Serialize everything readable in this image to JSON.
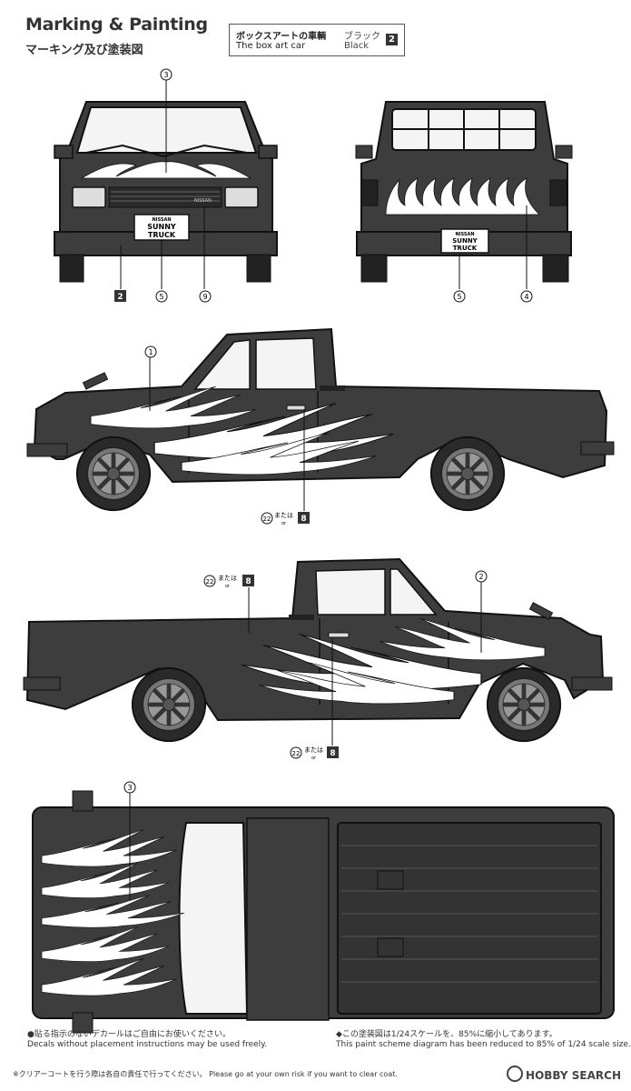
{
  "header": {
    "title_en": "Marking & Painting",
    "title_jp": "マーキング及び塗装図"
  },
  "box_art": {
    "label_jp": "ボックスアートの車輌",
    "label_en": "The box art car",
    "color_jp": "ブラック",
    "color_en": "Black",
    "color_number": "2"
  },
  "callouts": {
    "front": {
      "c3": "3",
      "c5": "5",
      "c9": "9",
      "c2": "2",
      "plate_top": "NISSAN",
      "plate_l1": "SUNNY",
      "plate_l2": "TRUCK",
      "grille_badge": "NISSAN"
    },
    "rear": {
      "c5": "5",
      "c4": "4",
      "plate_top": "NISSAN",
      "plate_l1": "SUNNY",
      "plate_l2": "TRUCK"
    },
    "left_side": {
      "c1": "1",
      "c22": "22",
      "mataha": "または",
      "or": "or",
      "c8": "8"
    },
    "right_side": {
      "c2": "2",
      "c22a": "22",
      "mataha_a": "または",
      "or_a": "or",
      "c8a": "8",
      "c22b": "22",
      "mataha_b": "または",
      "or_b": "or",
      "c8b": "8"
    },
    "top": {
      "c3": "3"
    }
  },
  "footer": {
    "note1_jp": "●貼る指示のないデカールはご自由にお使いください。",
    "note1_en": "Decals without placement instructions may be used freely.",
    "note2_jp": "◆この塗装図は1/24スケールを、85%に縮小してあります。",
    "note2_en": "This paint scheme diagram has been reduced to 85% of 1/24 scale size.",
    "note3": "※クリアーコートを行う際は各自の責任で行ってください。 Please go at your own risk if you want to clear coat.",
    "brand": "HOBBY SEARCH"
  },
  "colors": {
    "body": "#3d3d3d",
    "flame": "#ffffff",
    "line": "#111111",
    "paper": "#ffffff"
  }
}
